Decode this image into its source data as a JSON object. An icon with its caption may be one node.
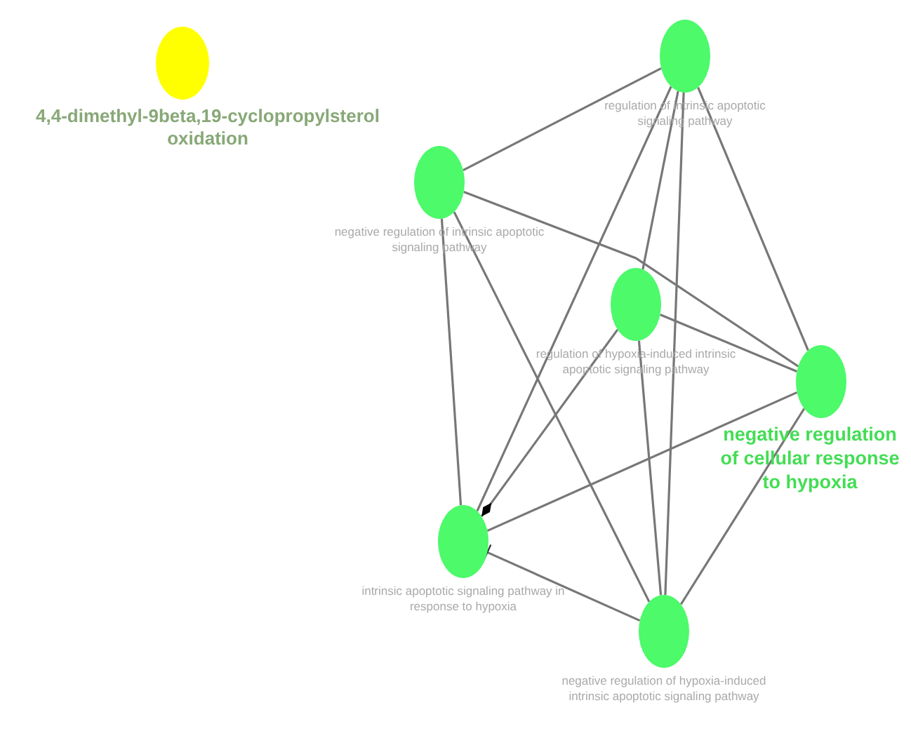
{
  "diagram": {
    "nodes": [
      {
        "text": [
          "4,4-dimethyl-9beta,19-cyclopropylsterol oxidation"
        ]
      },
      {
        "text": [
          "regulation of intrinsic apoptotic signaling pathway"
        ]
      },
      {
        "text": [
          "negative regulation of intrinsic apoptotic signaling pathway"
        ]
      },
      {
        "text": [
          "regulation of hypoxia-induced intrinsic apoptotic signaling pathway"
        ]
      },
      {
        "text": [
          "negative regulation of cellular response to hypoxia"
        ]
      },
      {
        "text": [
          "intrinsic apoptotic signaling pathway in response to hypoxia"
        ]
      },
      {
        "text": [
          "negative regulation of hypoxia-induced intrinsic apoptotic signaling pathway"
        ]
      }
    ],
    "edges": [
      {
        "from": 1,
        "to": 2,
        "arrow": "none"
      },
      {
        "from": 1,
        "to": 5,
        "arrow": "none"
      },
      {
        "from": 1,
        "to": 3,
        "arrow": "none"
      },
      {
        "from": 1,
        "to": 6,
        "arrow": "none"
      },
      {
        "from": 1,
        "to": 4,
        "arrow": "none"
      },
      {
        "from": 2,
        "to": 4,
        "arrow": "none"
      },
      {
        "from": 3,
        "to": 4,
        "arrow": "none"
      },
      {
        "from": 2,
        "to": 5,
        "arrow": "none"
      },
      {
        "from": 2,
        "to": 6,
        "arrow": "none"
      },
      {
        "from": 3,
        "to": 5,
        "arrow": "other"
      },
      {
        "from": 3,
        "to": 6,
        "arrow": "none"
      },
      {
        "from": 4,
        "to": 5,
        "arrow": "none"
      },
      {
        "from": 4,
        "to": 6,
        "arrow": "none"
      },
      {
        "from": 6,
        "to": 5,
        "arrow": "other"
      }
    ]
  }
}
